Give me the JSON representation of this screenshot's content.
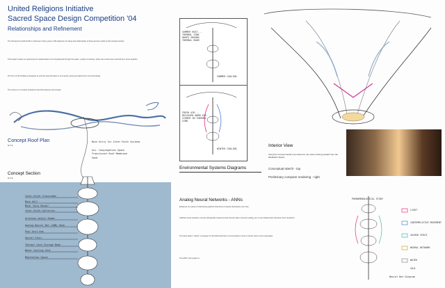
{
  "header": {
    "title": "United Religions Initiative",
    "subtitle": "Sacred Space Design Competition '04",
    "section": "Relationships and Refinement"
  },
  "intro_paragraphs": [
    "The driving force behind URI is refinement. Every piece of life balances our ideas and relationships of being and are made by this constant activity.",
    "This project creates an opportunity for relationships to be strengthened through the space, a place of worship, where the environment and built form come together.",
    "The form of the building is designed to work the way life draws in as it grows, giving and taking from its surroundings.",
    "The ocean is in constant turbulence that both destroys and creates."
  ],
  "plan_labels": {
    "roof_plan": "Concept Roof Plan",
    "roof_plan_scale": "N.T.S.",
    "section": "Concept Section",
    "section_scale": "N.T.S."
  },
  "roof_callouts": [
    "Main Entry for Inter-Faith Systems",
    "Avi. Congregation Space",
    "Translucent Roof Membrane",
    "Sand"
  ],
  "section_callouts": [
    "Inter-Faith Classrooms",
    "Main Hall",
    "Main \"Axis Mundi\"",
    "Inter-Faith Galleries",
    "Archives and/or Rooms",
    "Analog Neural Net (ANN) Hook",
    "Pool Unit Hub",
    "Spiral Stair",
    "Thermal Sink Storage Node",
    "Water Cooling Vent",
    "Meditation Space"
  ],
  "env": {
    "title": "Environmental Systems Diagrams",
    "summer_label": "SUMMER COOLING",
    "winter_label": "WINTER COOLING",
    "summer_note": "SUMMER HEAT... THERMAL SINK DROPS GROUND THERMAL ROOM",
    "winter_note": "FRESH AIR... RELEASED WARM AIR STORED IN THERMAL SINK"
  },
  "interior": {
    "title": "Interior View",
    "note1": "Using the Concept Section as reference, the view is facing upward from the Meditation Space.",
    "conceptual_sketch": "Conceptual sketch - top",
    "rendering": "Preliminary computer rendering - right"
  },
  "ann": {
    "title": "Analog Neural Networks - ANNs",
    "paragraphs": [
      "Existence is a series of intertwining patterns that strive to resolve themselves over time.",
      "Artificial neural networks, namely, biologically inspired circuits that are able to process analog, are a new infrastructure that learn from interaction.",
      "The basic built-in \"desire\" of program of the ANN would be to communicate in such a manner that is most meaningful.",
      "The ANN in the project is ..."
    ]
  },
  "detail": {
    "heading": "PHENOMENOLOGICAL STUDY",
    "items": [
      "LIGHT",
      "CONTEMPLATIVE MOVEMENT",
      "SACRED SPACE",
      "NEURAL NETWORK",
      "WATER",
      "SOIL"
    ],
    "caption": "Neural Net Diagram"
  }
}
